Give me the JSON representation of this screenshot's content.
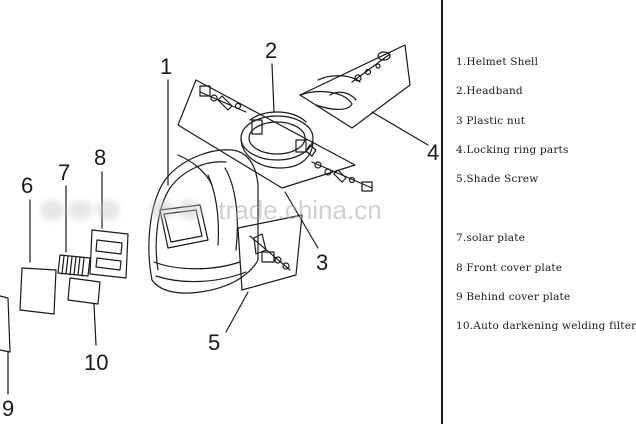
{
  "callouts": {
    "c1": "1",
    "c2": "2",
    "c3": "3",
    "c4": "4",
    "c5": "5",
    "c6": "6",
    "c7": "7",
    "c8": "8",
    "c9": "9",
    "c10": "10"
  },
  "legend": {
    "items": [
      "1.Helmet Shell",
      "2.Headband",
      "3 Plastic nut",
      "4.Locking ring parts",
      "5.Shade Screw",
      "7.solar  plate",
      "8 Front cover plate",
      "9 Behind cover plate",
      "10.Auto darkening welding filter"
    ]
  },
  "watermark": {
    "text": "trade.china.cn"
  },
  "colors": {
    "line": "#1a1a1a",
    "background": "#ffffff",
    "watermark": "#aaaaaa"
  }
}
